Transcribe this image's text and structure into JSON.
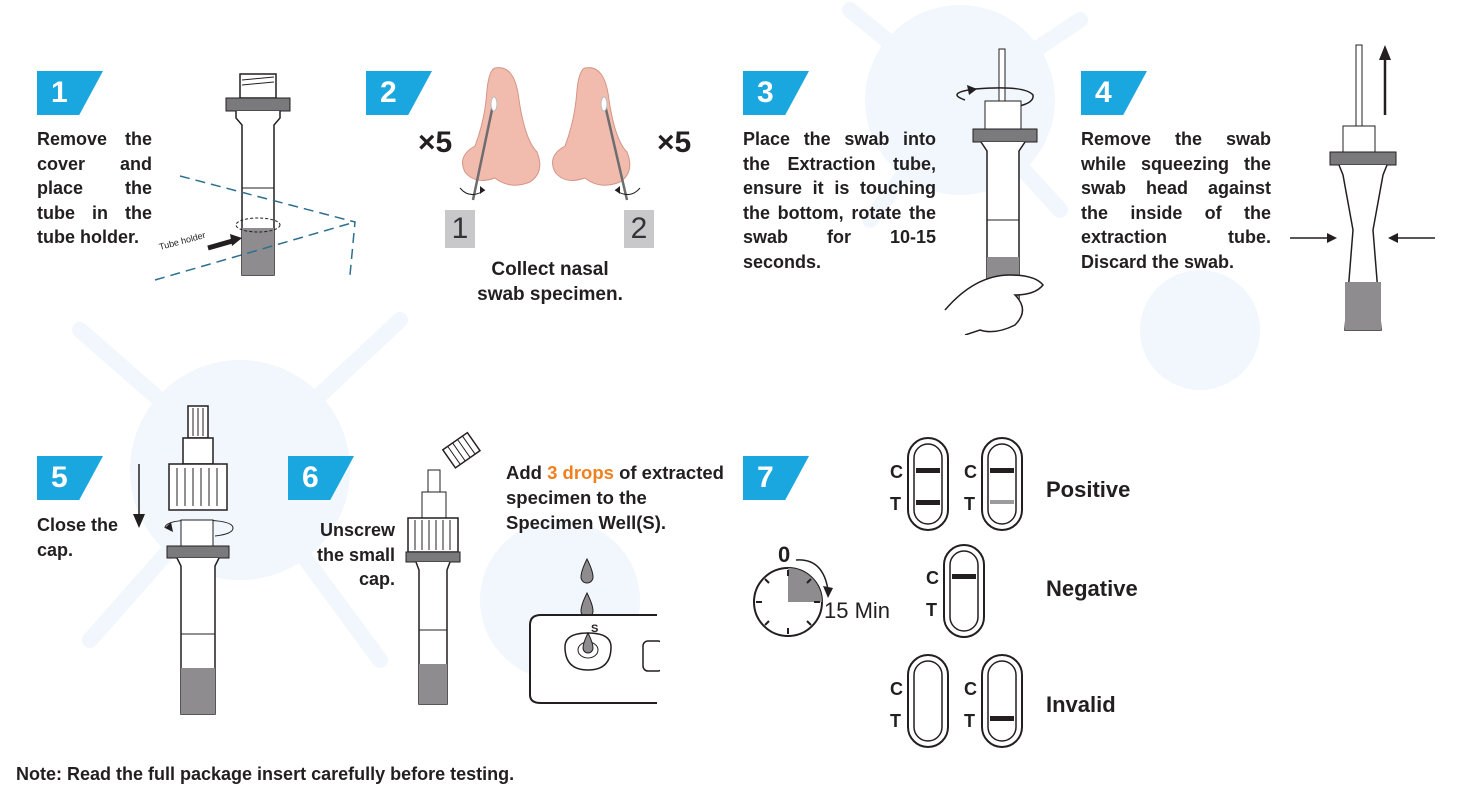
{
  "steps": [
    {
      "number": "1",
      "text": "Remove the cover and place the tube in the tube holder.",
      "annotation": "Tube holder"
    },
    {
      "number": "2",
      "text": "Collect nasal swab specimen.",
      "repeat": "×5",
      "nostrils": [
        "1",
        "2"
      ]
    },
    {
      "number": "3",
      "text": "Place the swab into the Extraction tube, ensure it is touching the bottom, rotate the swab for 10-15 seconds."
    },
    {
      "number": "4",
      "text": "Remove the swab while squeezing the swab head against the inside of the extraction tube. Discard the swab."
    },
    {
      "number": "5",
      "text": "Close the cap."
    },
    {
      "number": "6",
      "text": "Unscrew the small cap.",
      "add_prefix": "Add ",
      "add_highlight": "3 drops",
      "add_suffix": " of extracted specimen to the Specimen Well(S).",
      "well_label": "S"
    },
    {
      "number": "7",
      "timer_start": "0",
      "timer_end": "15 Min",
      "line_c": "C",
      "line_t": "T",
      "results": [
        "Positive",
        "Negative",
        "Invalid"
      ]
    }
  ],
  "note": "Note: Read the full package insert carefully before testing.",
  "colors": {
    "badge": "#1aa7df",
    "highlight": "#f0801e",
    "text": "#231f20",
    "liquid": "#8e8c8f",
    "watermark": "#eef6fb"
  }
}
